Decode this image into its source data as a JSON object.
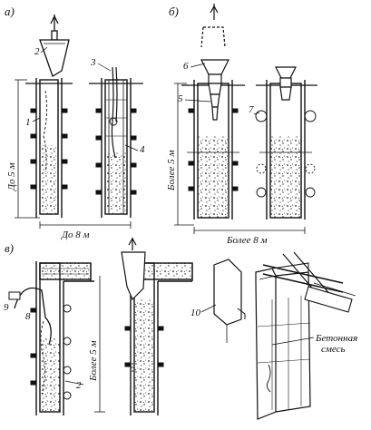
{
  "panels": {
    "a": "а)",
    "b": "б)",
    "c": "в)"
  },
  "callouts": {
    "n1": "1",
    "n2": "2",
    "n3": "3",
    "n4": "4",
    "n5": "5",
    "n6": "6",
    "n7": "7",
    "n8": "8",
    "n9": "9",
    "n10": "10",
    "n2b": "2"
  },
  "dimensions": {
    "a_height": "До 5 м",
    "a_width": "До 8 м",
    "b_height": "Более 5 м",
    "b_width": "Более 8 м",
    "c_height": "Более 5 м"
  },
  "annotation": {
    "line1": "Бетонная",
    "line2": "смесь"
  }
}
